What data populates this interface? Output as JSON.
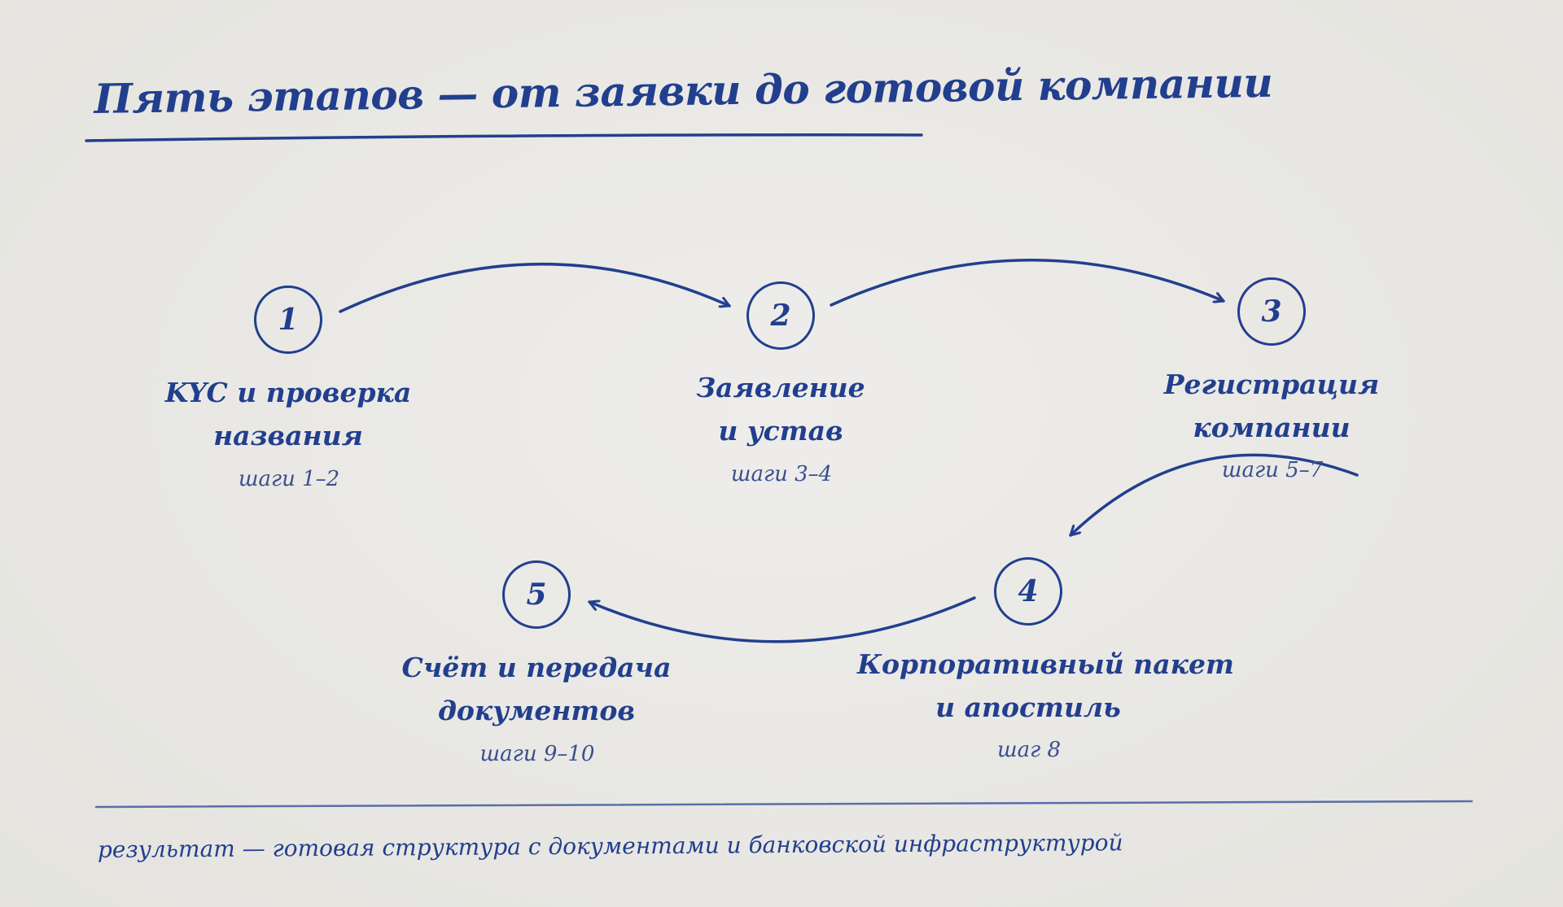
{
  "title": "Пять этапов — от заявки до готовой компании",
  "stages": [
    {
      "number": "1",
      "label_line1": "KYC и проверка",
      "label_line2": "названия",
      "steps": "шаги 1–2"
    },
    {
      "number": "2",
      "label_line1": "Заявление",
      "label_line2": "и устав",
      "steps": "шаги 3–4"
    },
    {
      "number": "3",
      "label_line1": "Регистрация",
      "label_line2": "компании",
      "steps": "шаги 5–7"
    },
    {
      "number": "4",
      "label_line1": "Корпоративный пакет",
      "label_line2": "и апостиль",
      "steps": "шаг 8"
    },
    {
      "number": "5",
      "label_line1": "Счёт и передача",
      "label_line2": "документов",
      "steps": "шаги 9–10"
    }
  ],
  "footer": "результат — готовая структура с документами и банковской инфраструктурой",
  "colors": {
    "ink": "#223f8e",
    "background": "#ebeae6"
  }
}
